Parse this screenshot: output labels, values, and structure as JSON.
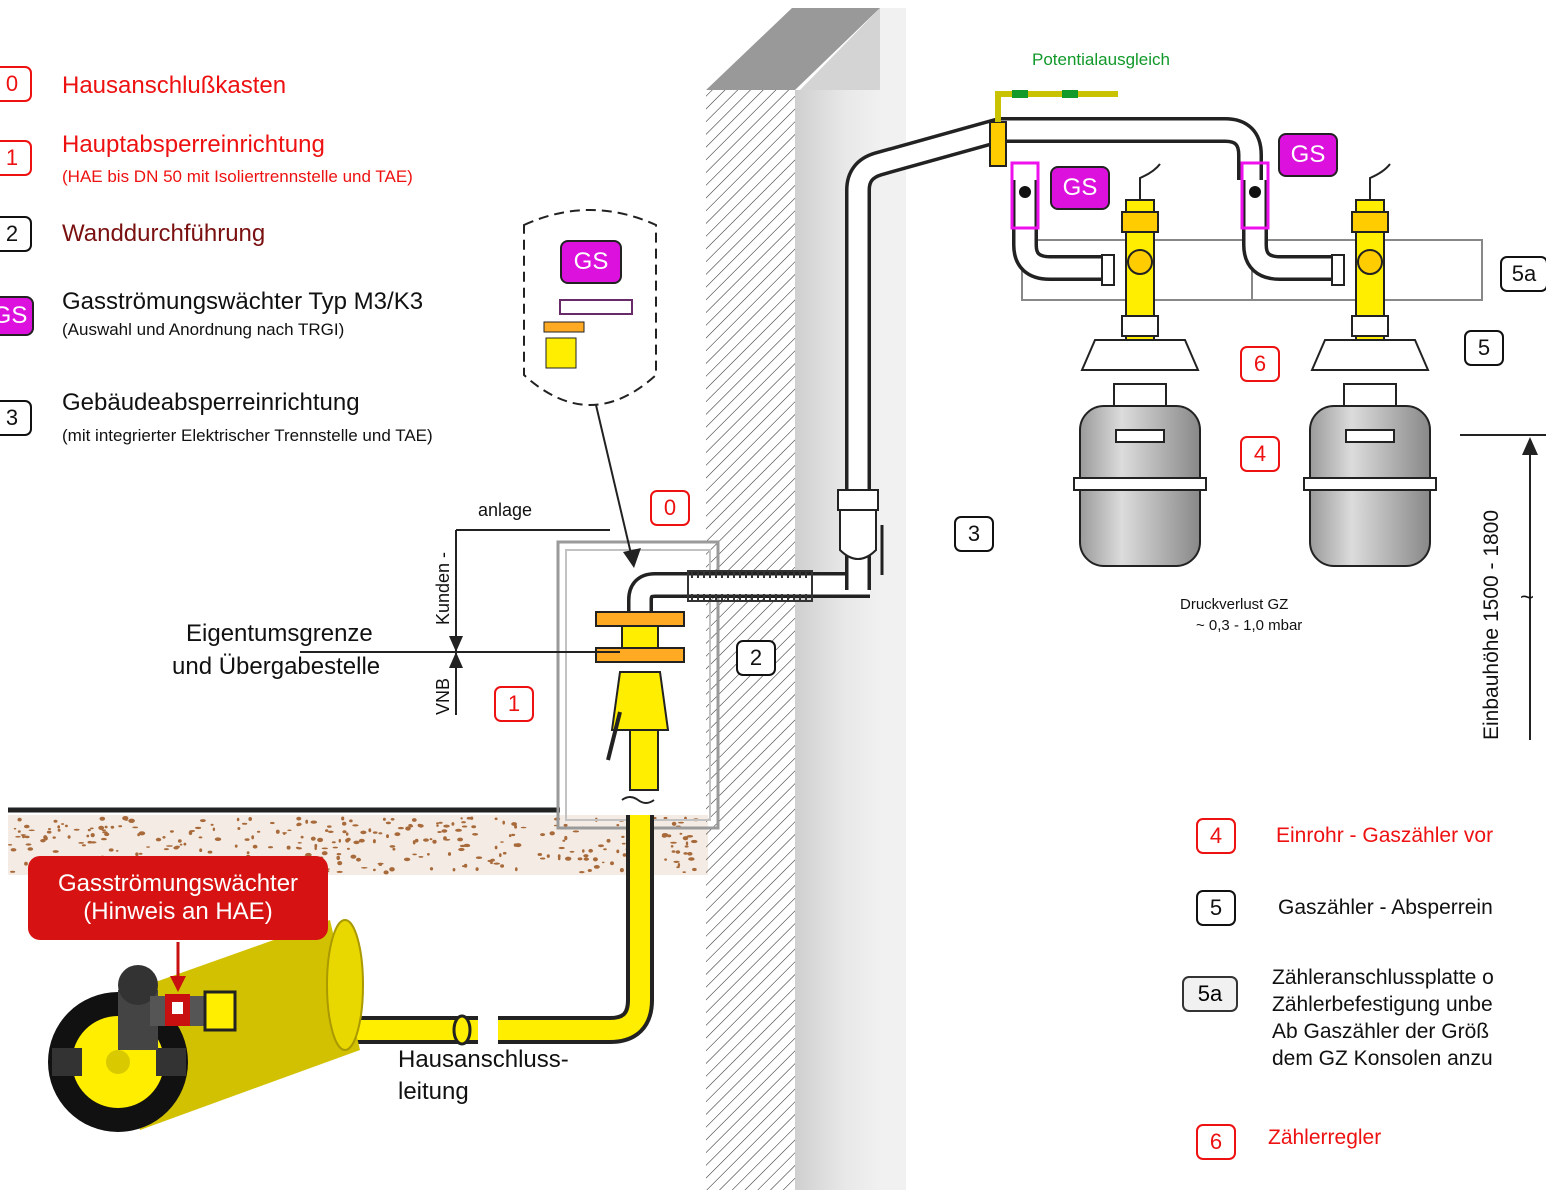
{
  "title": "",
  "legend_top": [
    {
      "num": "0",
      "label": "Hausanschlußkasten",
      "sub": ""
    },
    {
      "num": "1",
      "label": "Hauptabsperreinrichtung",
      "sub": "(HAE bis DN 50 mit Isoliertrennstelle und TAE)"
    },
    {
      "num": "2",
      "label": "Wanddurchführung",
      "sub": ""
    },
    {
      "num": "GS",
      "label": "Gasströmungswächter Typ M3/K3",
      "sub": "(Auswahl und Anordnung nach TRGI)"
    },
    {
      "num": "3",
      "label": "Gebäudeabsperreinrichtung",
      "sub": "(mit integrierter Elektrischer Trennstelle und TAE)"
    }
  ],
  "legend_bottom": [
    {
      "num": "4",
      "lines": [
        "Einrohr - Gaszähler vor"
      ]
    },
    {
      "num": "5",
      "lines": [
        "Gaszähler - Absperrein"
      ]
    },
    {
      "num": "5a",
      "lines": [
        "Zähleranschlussplatte o",
        "Zählerbefestigung unbe",
        "Ab Gaszähler der Größ",
        "dem GZ Konsolen anzu"
      ]
    },
    {
      "num": "6",
      "lines": [
        "Zählerregler"
      ]
    }
  ],
  "labels": {
    "potential": "Potentialausgleich",
    "gs": "GS",
    "anlage": "anlage",
    "kunden": "Kunden -",
    "vnb": "VNB",
    "eigentum_1": "Eigentumsgrenze",
    "eigentum_2": "und Übergabestelle",
    "callout_1": "Gasströmungswächter",
    "callout_2": "(Hinweis an HAE)",
    "hausanschluss_1": "Hausanschluss-",
    "hausanschluss_2": "leitung",
    "druckverlust_1": "Druckverlust GZ",
    "druckverlust_2": "~ 0,3 - 1,0 mbar",
    "einbauhoehe": "Einbauhöhe 1500 - 1800",
    "tilde": "~"
  },
  "markers": {
    "m0": "0",
    "m1": "1",
    "m2": "2",
    "m3": "3",
    "m4": "4",
    "m5": "5",
    "m5a": "5a",
    "m6": "6"
  },
  "colors": {
    "accent_red": "#ee1111",
    "gs_magenta": "#dd11dd",
    "gas_yellow": "#ffee00",
    "wall_grey": "#dedede",
    "ground_brown": "#a86a3a",
    "callout_red": "#d71212",
    "potential_green": "#11992a"
  }
}
